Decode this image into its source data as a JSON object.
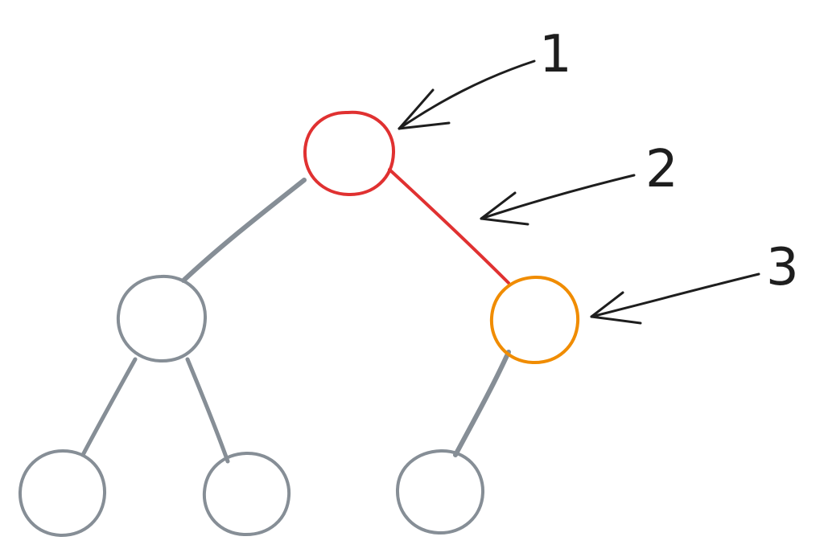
{
  "diagram": {
    "callouts": [
      {
        "text": "1"
      },
      {
        "text": "2"
      },
      {
        "text": "3"
      }
    ]
  },
  "colors": {
    "default_stroke": "#868e96",
    "highlight_node": "#e03131",
    "highlight_edge": "#e03131",
    "focus_node": "#f08c00",
    "ink": "#1e1e1e",
    "background": "#ffffff"
  }
}
